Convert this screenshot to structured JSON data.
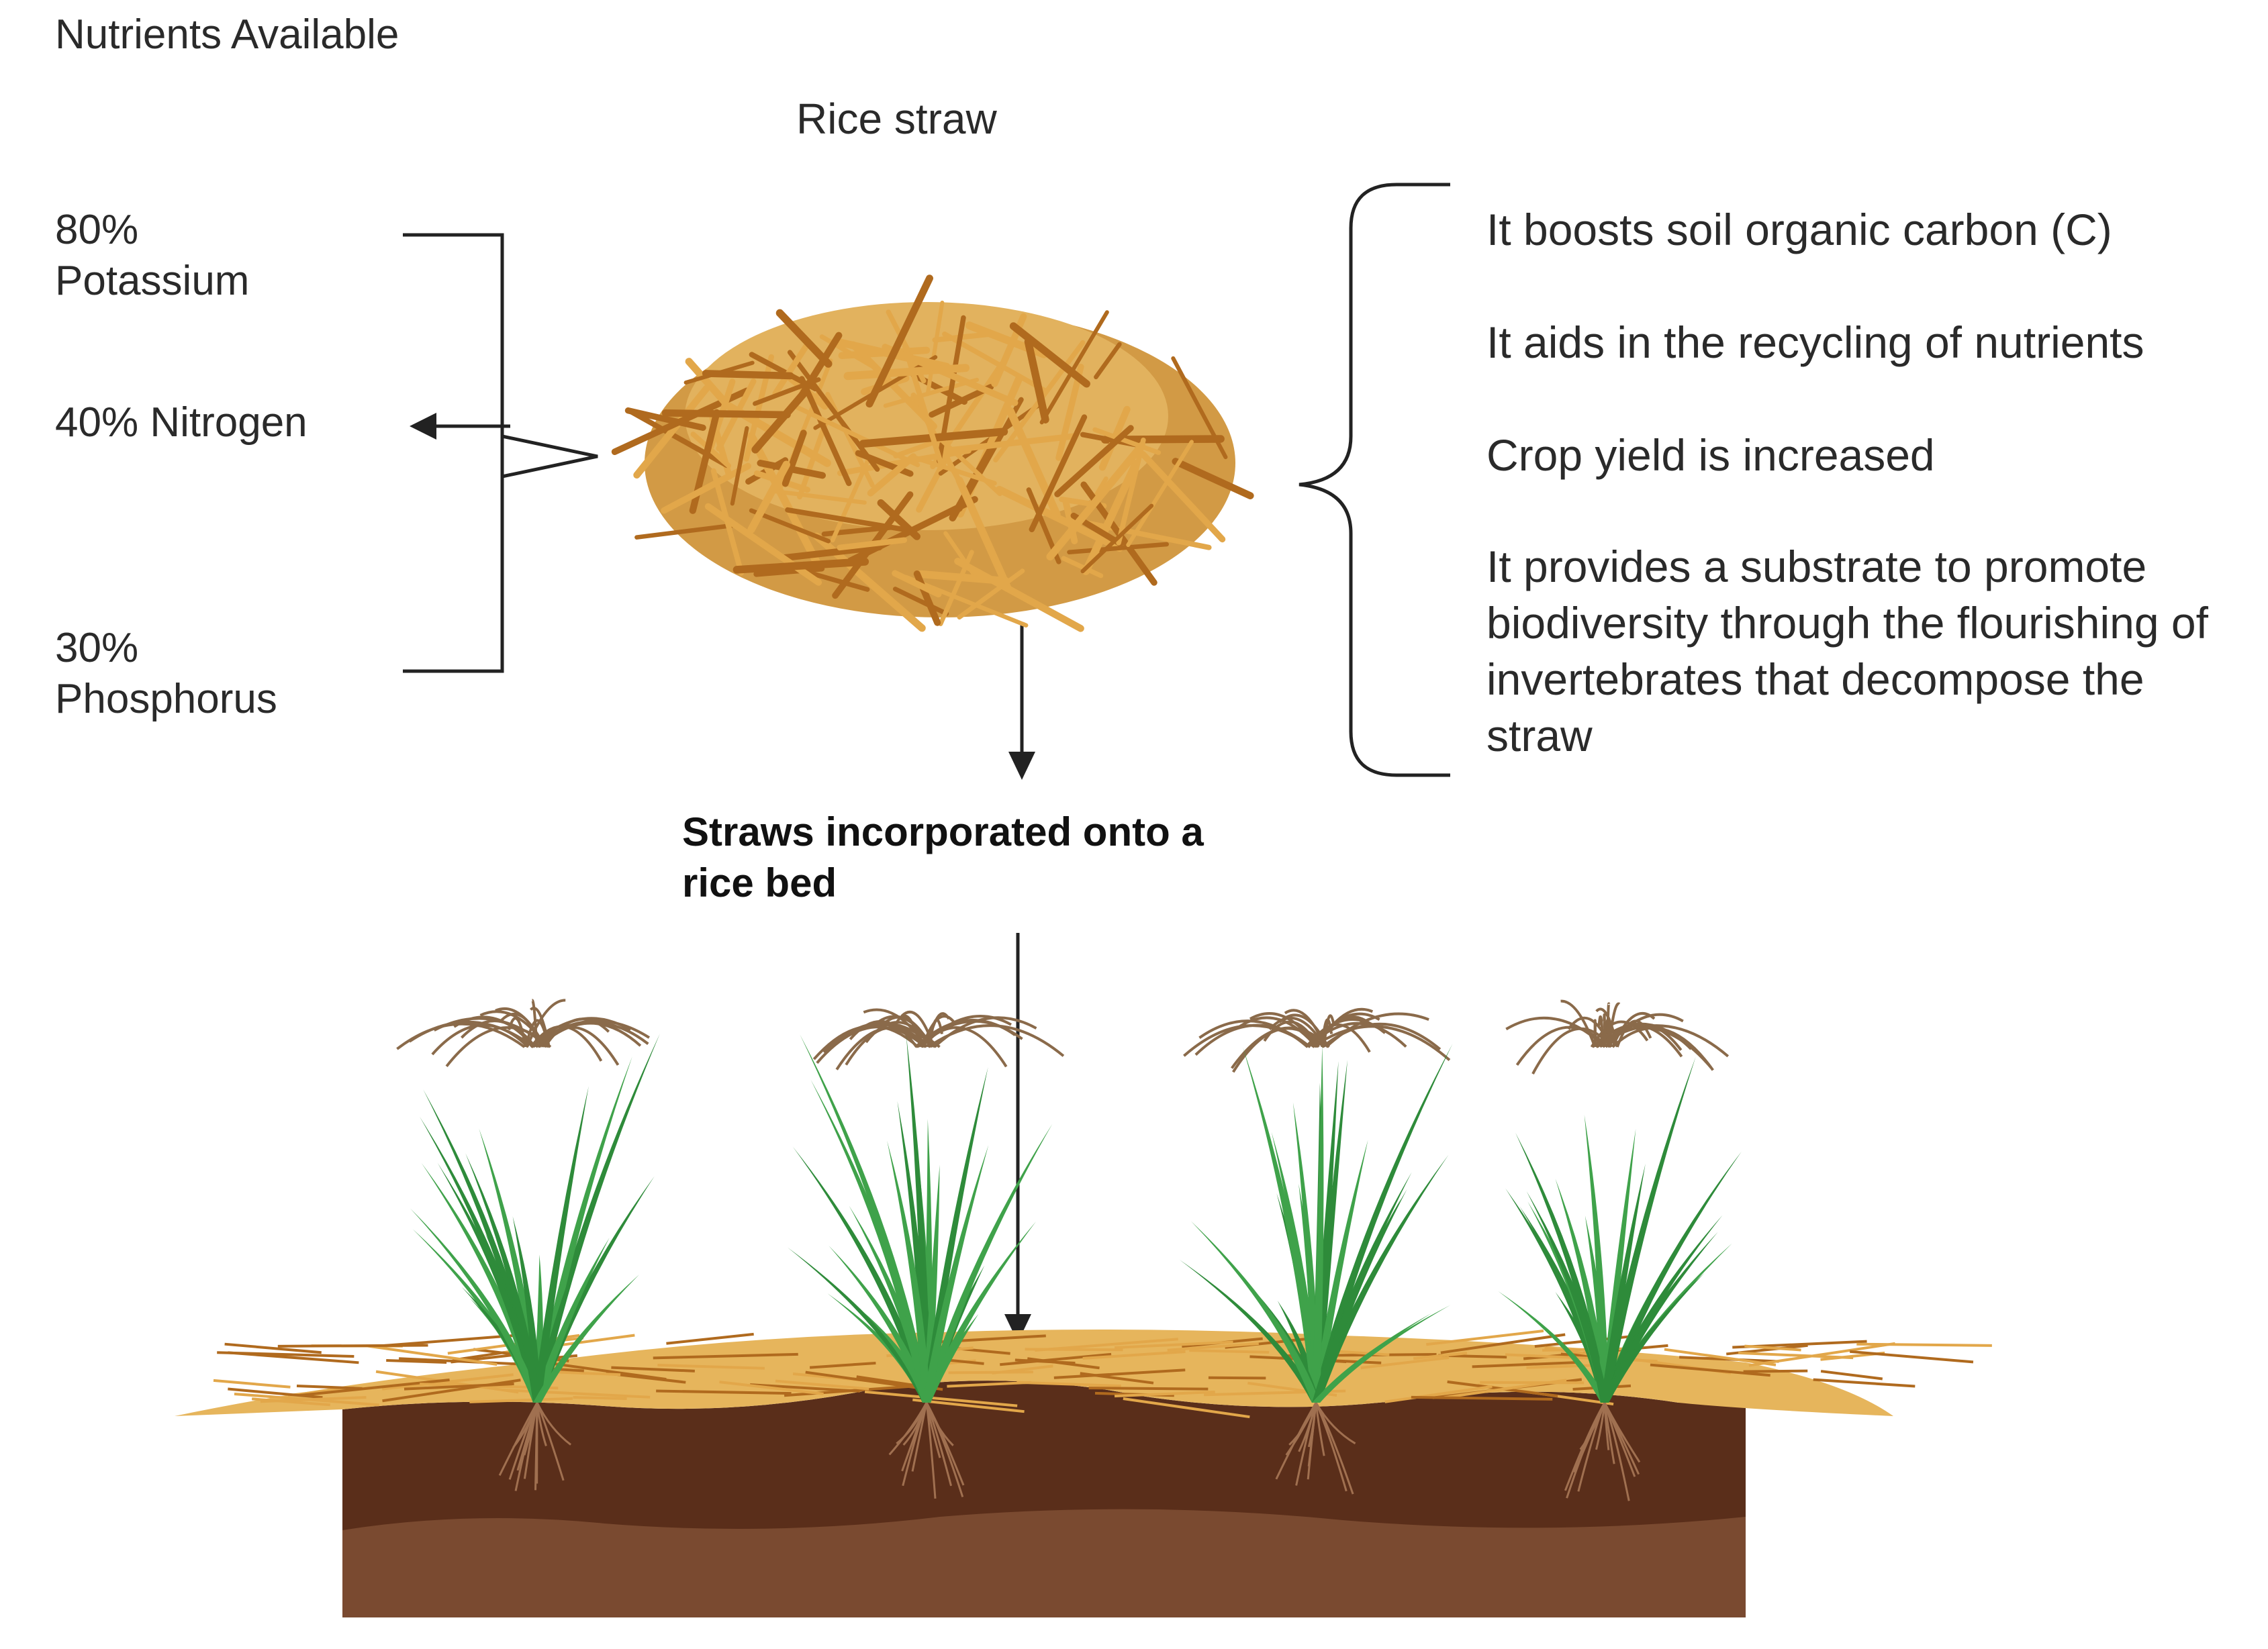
{
  "diagram": {
    "title": "Nutrients Available",
    "straw_label": "Rice straw",
    "nutrients": [
      {
        "percent": "80%",
        "name": "Potassium"
      },
      {
        "label": "40% Nitrogen"
      },
      {
        "percent": "30%",
        "name": "Phosphorus"
      }
    ],
    "benefits": [
      "It boosts soil organic carbon (C)",
      "It aids in the recycling of nutrients",
      "Crop yield is increased",
      "It provides a substrate to promote biodiversity through the flourishing of invertebrates that decompose the straw"
    ],
    "bed_label": "Straws incorporated onto a rice bed"
  },
  "colors": {
    "straw_dark": "#b06a1e",
    "straw_light": "#e2a74a",
    "soil_top": "#5a2e1a",
    "soil_bottom": "#7a4a30",
    "leaf": "#2e8b3a",
    "panicle": "#8a6a4a"
  }
}
